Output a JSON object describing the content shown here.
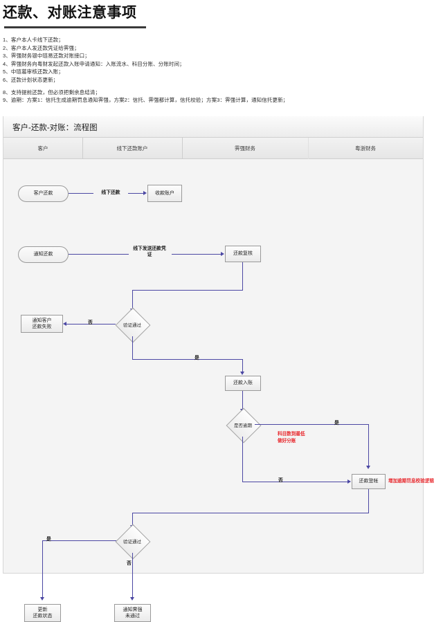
{
  "document": {
    "title": "还款、对账注意事项",
    "notes": [
      "1、客户本人卡线下还款；",
      "2、客户本人发还款凭证给霁强；",
      "3、霁强财务银中琏易还款对账接口；",
      "4、霁强财务向粤财发起还款入账申请通知：入账流水、科目分账、分账时间；",
      "5、中琏葛审核还款入账；",
      "6、还款计划状态更新；"
    ],
    "notes_tail": [
      "8、支持提前还款，但必须把剩余息结清；",
      "9、逾期：方案1：信托生成逾期罚息通知霁强，方案2：信托、霁强都计算，信托校验；方案3：霁强计算，通知信托更新；"
    ]
  },
  "flowchart": {
    "title": "客户-还款-对账：流程图",
    "lanes": [
      {
        "name": "客户"
      },
      {
        "name": "线下还款账户"
      },
      {
        "name": "霁强财务"
      },
      {
        "name": "粤浙财务"
      }
    ],
    "nodes": {
      "customer_repay": "客户还款",
      "receiving_account": "收款账户",
      "notify_repay": "通知还款",
      "repay_review": "还款复核",
      "notify_fail": "通知客户\n还款失败",
      "repay_posting": "还款入账",
      "repay_booking": "还款登帐",
      "update_status": "更新\n还款状态",
      "notify_not_pass": "通知霁强\n未通过"
    },
    "decisions": {
      "verify_pass_1": "验证通过",
      "is_overdue": "是否逾期",
      "verify_pass_2": "验证通过"
    },
    "edge_labels": {
      "offline_repay": "线下还款",
      "send_voucher": "线下发送还款凭\n证"
    },
    "branch_labels": {
      "no_1": "否",
      "yes_1": "是",
      "yes_overdue": "是",
      "no_overdue": "否",
      "yes_2": "是",
      "no_2": "否"
    },
    "annotations": {
      "subject_split": "科目数到最低\n做好分账",
      "overdue_rule": "增加逾期罚息校验逻辑"
    }
  },
  "colors": {
    "connector": "#4b47a3",
    "annotation": "#e8272c",
    "canvas": "#f4f4f4"
  }
}
